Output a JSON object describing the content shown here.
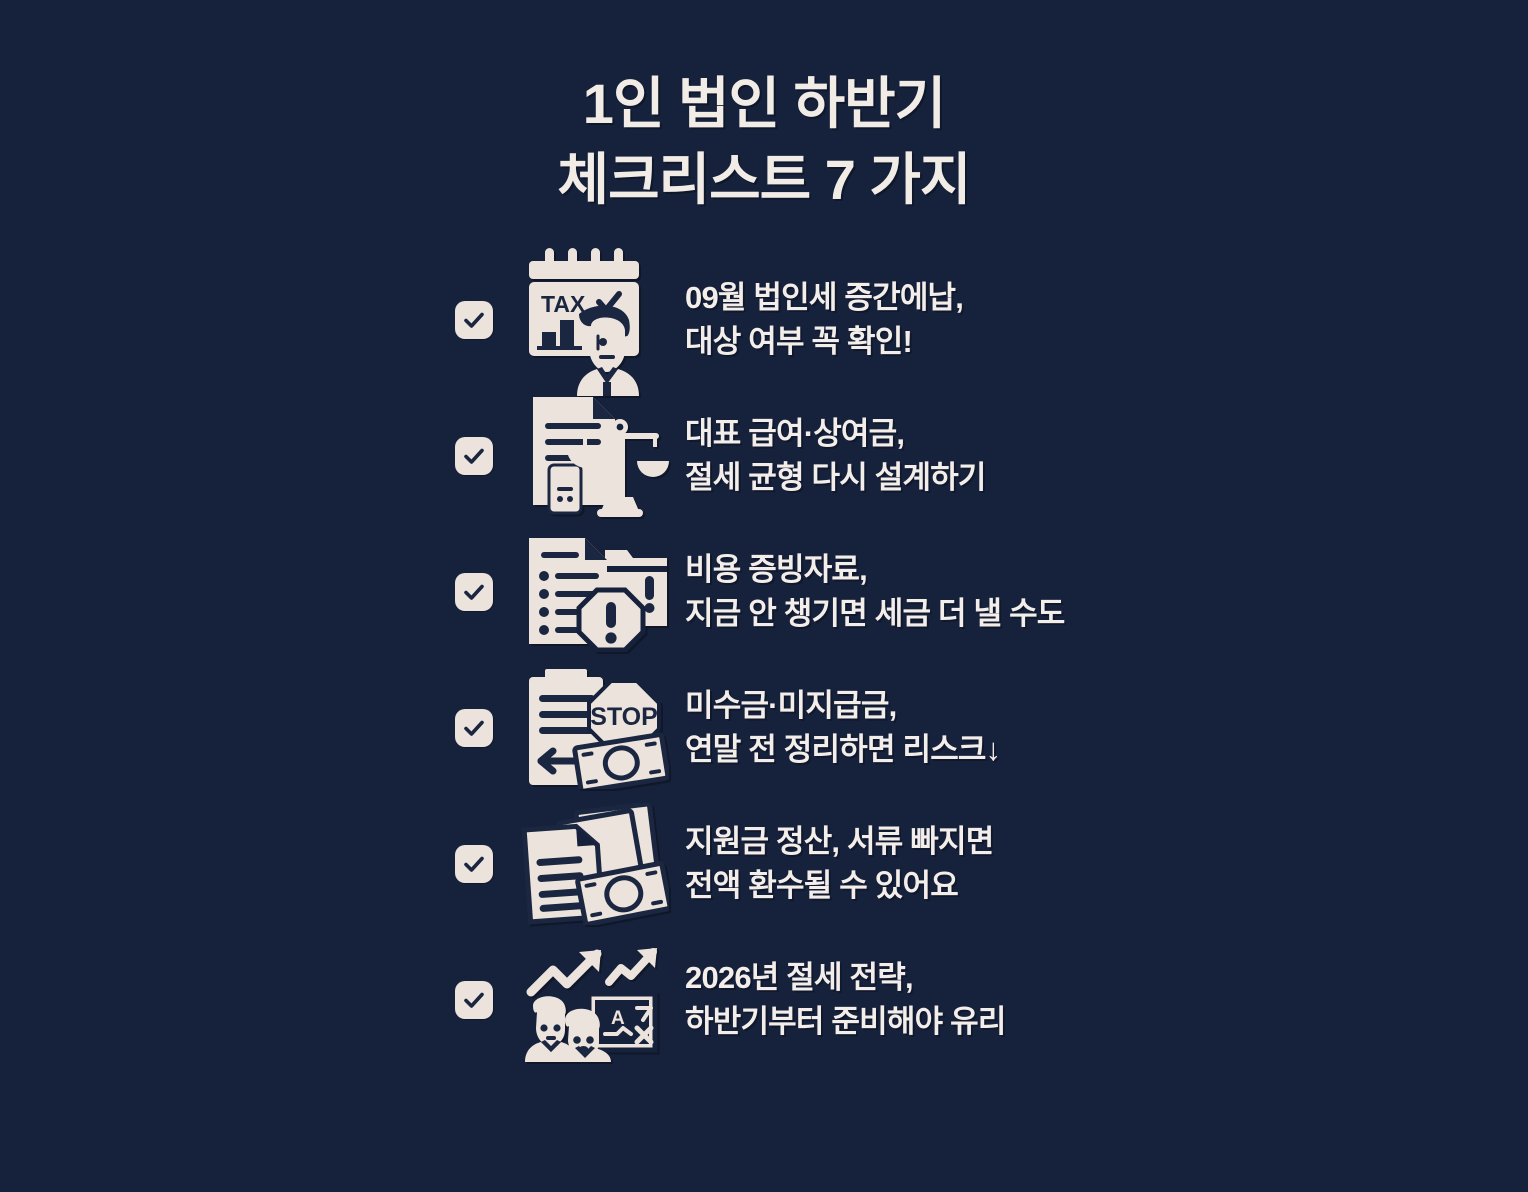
{
  "theme": {
    "background": "#16213c",
    "text": "#f3eee9",
    "icon_cream": "#ece3dd",
    "icon_navy": "#1b2740"
  },
  "title": {
    "line1": "1인 법인 하반기",
    "line2": "체크리스트 7 가지"
  },
  "checklist": {
    "items": [
      {
        "checked": true,
        "icon": "tax-calendar-person-icon",
        "icon_label": "TAX",
        "line1": "09월 법인세 증간에납,",
        "line2": "대상 여부 꼭 확인!"
      },
      {
        "checked": true,
        "icon": "document-scales-icon",
        "icon_label": "",
        "line1": "대표 급여·상여금,",
        "line2": "절세 균형 다시 설계하기"
      },
      {
        "checked": true,
        "icon": "document-folder-alert-icon",
        "icon_label": "",
        "line1": "비용 증빙자료,",
        "line2": "지금 안 챙기면 세금 더 낼 수도"
      },
      {
        "checked": true,
        "icon": "clipboard-stop-money-icon",
        "icon_label": "STOP",
        "line1": "미수금·미지급금,",
        "line2": "연말 전 정리하면 리스크↓"
      },
      {
        "checked": true,
        "icon": "documents-banknote-icon",
        "icon_label": "",
        "line1": "지원금 정산, 서류 빠지면",
        "line2": "전액 환수될 수 있어요"
      },
      {
        "checked": true,
        "icon": "growth-chart-people-board-icon",
        "icon_label": "A",
        "line1": "2026년 절세 전략,",
        "line2": "하반기부터 준비해야 유리"
      }
    ]
  }
}
